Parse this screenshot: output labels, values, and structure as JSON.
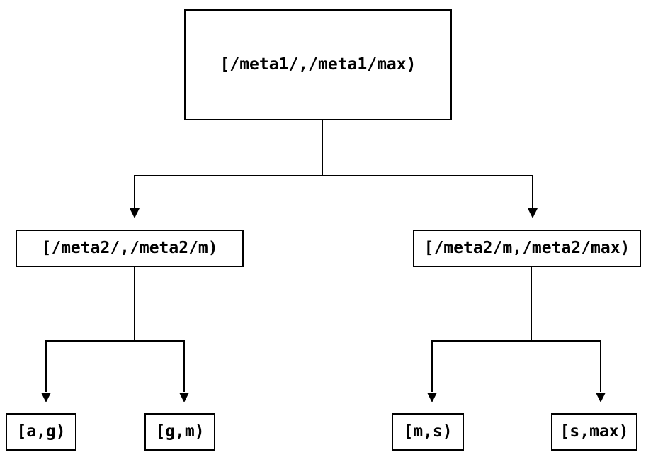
{
  "diagram": {
    "type": "tree",
    "background_color": "#ffffff",
    "line_color": "#000000",
    "nodes": [
      {
        "id": "root",
        "level": 1,
        "label": "[/meta1/,/meta1/max)"
      },
      {
        "id": "left",
        "level": 2,
        "label": "[/meta2/,/meta2/m)"
      },
      {
        "id": "right",
        "level": 2,
        "label": "[/meta2/m,/meta2/max)"
      },
      {
        "id": "leaf-ag",
        "level": 3,
        "label": "[a,g)"
      },
      {
        "id": "leaf-gm",
        "level": 3,
        "label": "[g,m)"
      },
      {
        "id": "leaf-ms",
        "level": 3,
        "label": "[m,s)"
      },
      {
        "id": "leaf-smax",
        "level": 3,
        "label": "[s,max)"
      }
    ],
    "edges": [
      {
        "from": "root",
        "to": "left"
      },
      {
        "from": "root",
        "to": "right"
      },
      {
        "from": "left",
        "to": "leaf-ag"
      },
      {
        "from": "left",
        "to": "leaf-gm"
      },
      {
        "from": "right",
        "to": "leaf-ms"
      },
      {
        "from": "right",
        "to": "leaf-smax"
      }
    ]
  }
}
